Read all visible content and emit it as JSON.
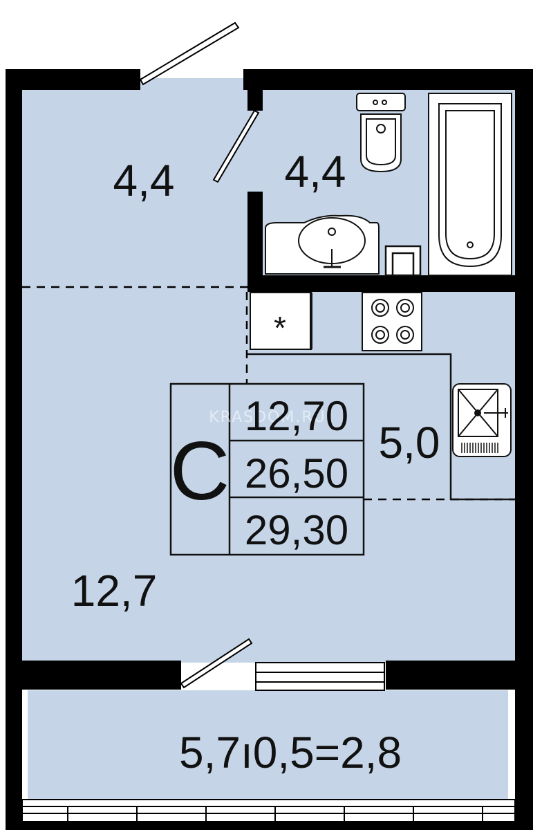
{
  "watermark": "KRASDOM.RU",
  "colors": {
    "floor": "#c5d5e7",
    "wall": "#000000",
    "background": "#ffffff",
    "line": "#111111"
  },
  "rooms": {
    "hall_area": "4,4",
    "bathroom_area": "4,4",
    "kitchen_area": "5,0",
    "living_area": "12,7",
    "balcony_area": "5,7ı0,5=2,8"
  },
  "apartment": {
    "type_letter": "С",
    "living_area_total": "12,70",
    "total_area": "26,50",
    "total_area_with_balcony": "29,30"
  },
  "fixtures": {
    "fridge_symbol": "*"
  }
}
